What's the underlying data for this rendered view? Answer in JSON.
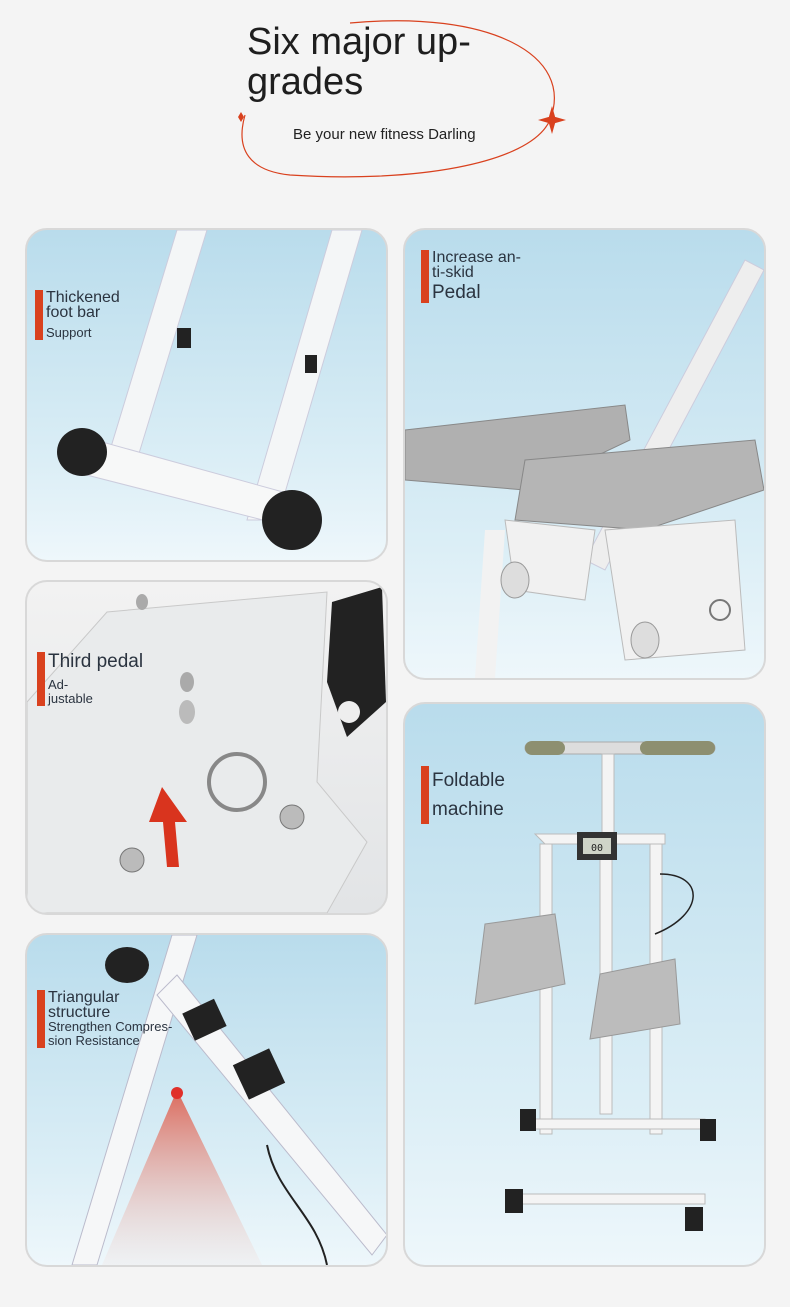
{
  "header": {
    "title_line1": "Six major up-",
    "title_line2": "grades",
    "subtitle": "Be your new fitness Darling"
  },
  "colors": {
    "accent": "#d9411e",
    "panel_bg": "#c6e3f0"
  },
  "features": [
    {
      "title_a": "Thickened",
      "title_b": "foot bar",
      "sub": "Support"
    },
    {
      "title_a": "Increase an-",
      "title_b": "ti-skid",
      "sub": "Pedal"
    },
    {
      "title": "Third pedal",
      "sub_a": "Ad-",
      "sub_b": "justable"
    },
    {
      "title_a": "Triangular",
      "title_b": "structure",
      "sub_a": "Strengthen Compres-",
      "sub_b": "sion Resistance"
    },
    {
      "title_a": "Foldable",
      "title_b": "machine"
    }
  ],
  "display": {
    "reading": "00"
  }
}
